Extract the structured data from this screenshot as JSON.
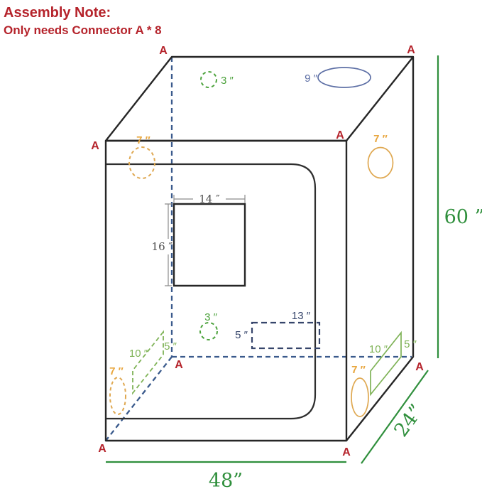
{
  "header": {
    "title": "Assembly Note:",
    "subtitle": "Only needs Connector A * 8"
  },
  "connector": {
    "label": "A"
  },
  "vents": {
    "top_circle": "3 ″",
    "top_oval": "9 ″",
    "front_upper": "7 ″",
    "right_upper": "7 ″",
    "front_lower_circle": "3 ″",
    "front_rect_width": "13 ″",
    "front_rect_height": "5 ″",
    "left_duct_length": "10 ″",
    "left_duct_width": "5 ″",
    "left_lower": "7 ″",
    "right_duct_length": "10 ″",
    "right_duct_width": "5 ″",
    "right_lower": "7 ″"
  },
  "window": {
    "width": "14 ″",
    "height": "16 ″"
  },
  "dimensions": {
    "width": "48”",
    "height": "60 ”",
    "depth": "24”"
  },
  "colors": {
    "red": "#b5232b",
    "line": "#262626",
    "door": "#2e2e2e",
    "hidden_blue": "#3a5a8c",
    "rect_navy": "#36456b",
    "vent_blue": "#5d6fa5",
    "vent_green": "#4ca23c",
    "duct_green": "#7fb357",
    "dim_green": "#2f8f3c",
    "orange": "#dfa851",
    "orange_label": "#e8a53c",
    "gray_dim": "#8c8c8c",
    "gray_text": "#4d4d4d"
  }
}
